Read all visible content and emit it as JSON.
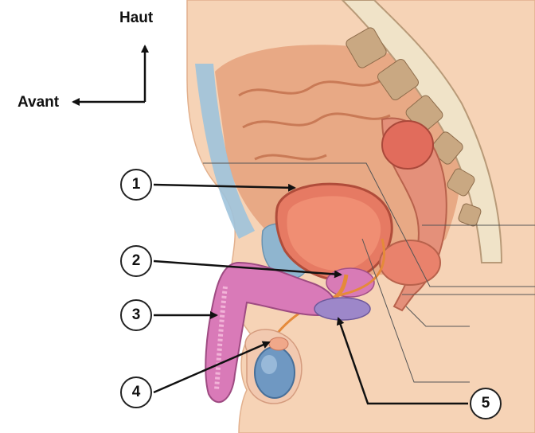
{
  "orientation": {
    "up_label": "Haut",
    "front_label": "Avant"
  },
  "callouts": [
    {
      "number": "1"
    },
    {
      "number": "2"
    },
    {
      "number": "3"
    },
    {
      "number": "4"
    },
    {
      "number": "5"
    }
  ],
  "colors": {
    "skin": "#f1c9a8",
    "tissue": "#e6a07a",
    "bladder": "#e67a63",
    "penis": "#d97ab8",
    "blue_structures": "#8fb5cf",
    "testis": "#6f98c2",
    "leader_lines": "#111111"
  }
}
